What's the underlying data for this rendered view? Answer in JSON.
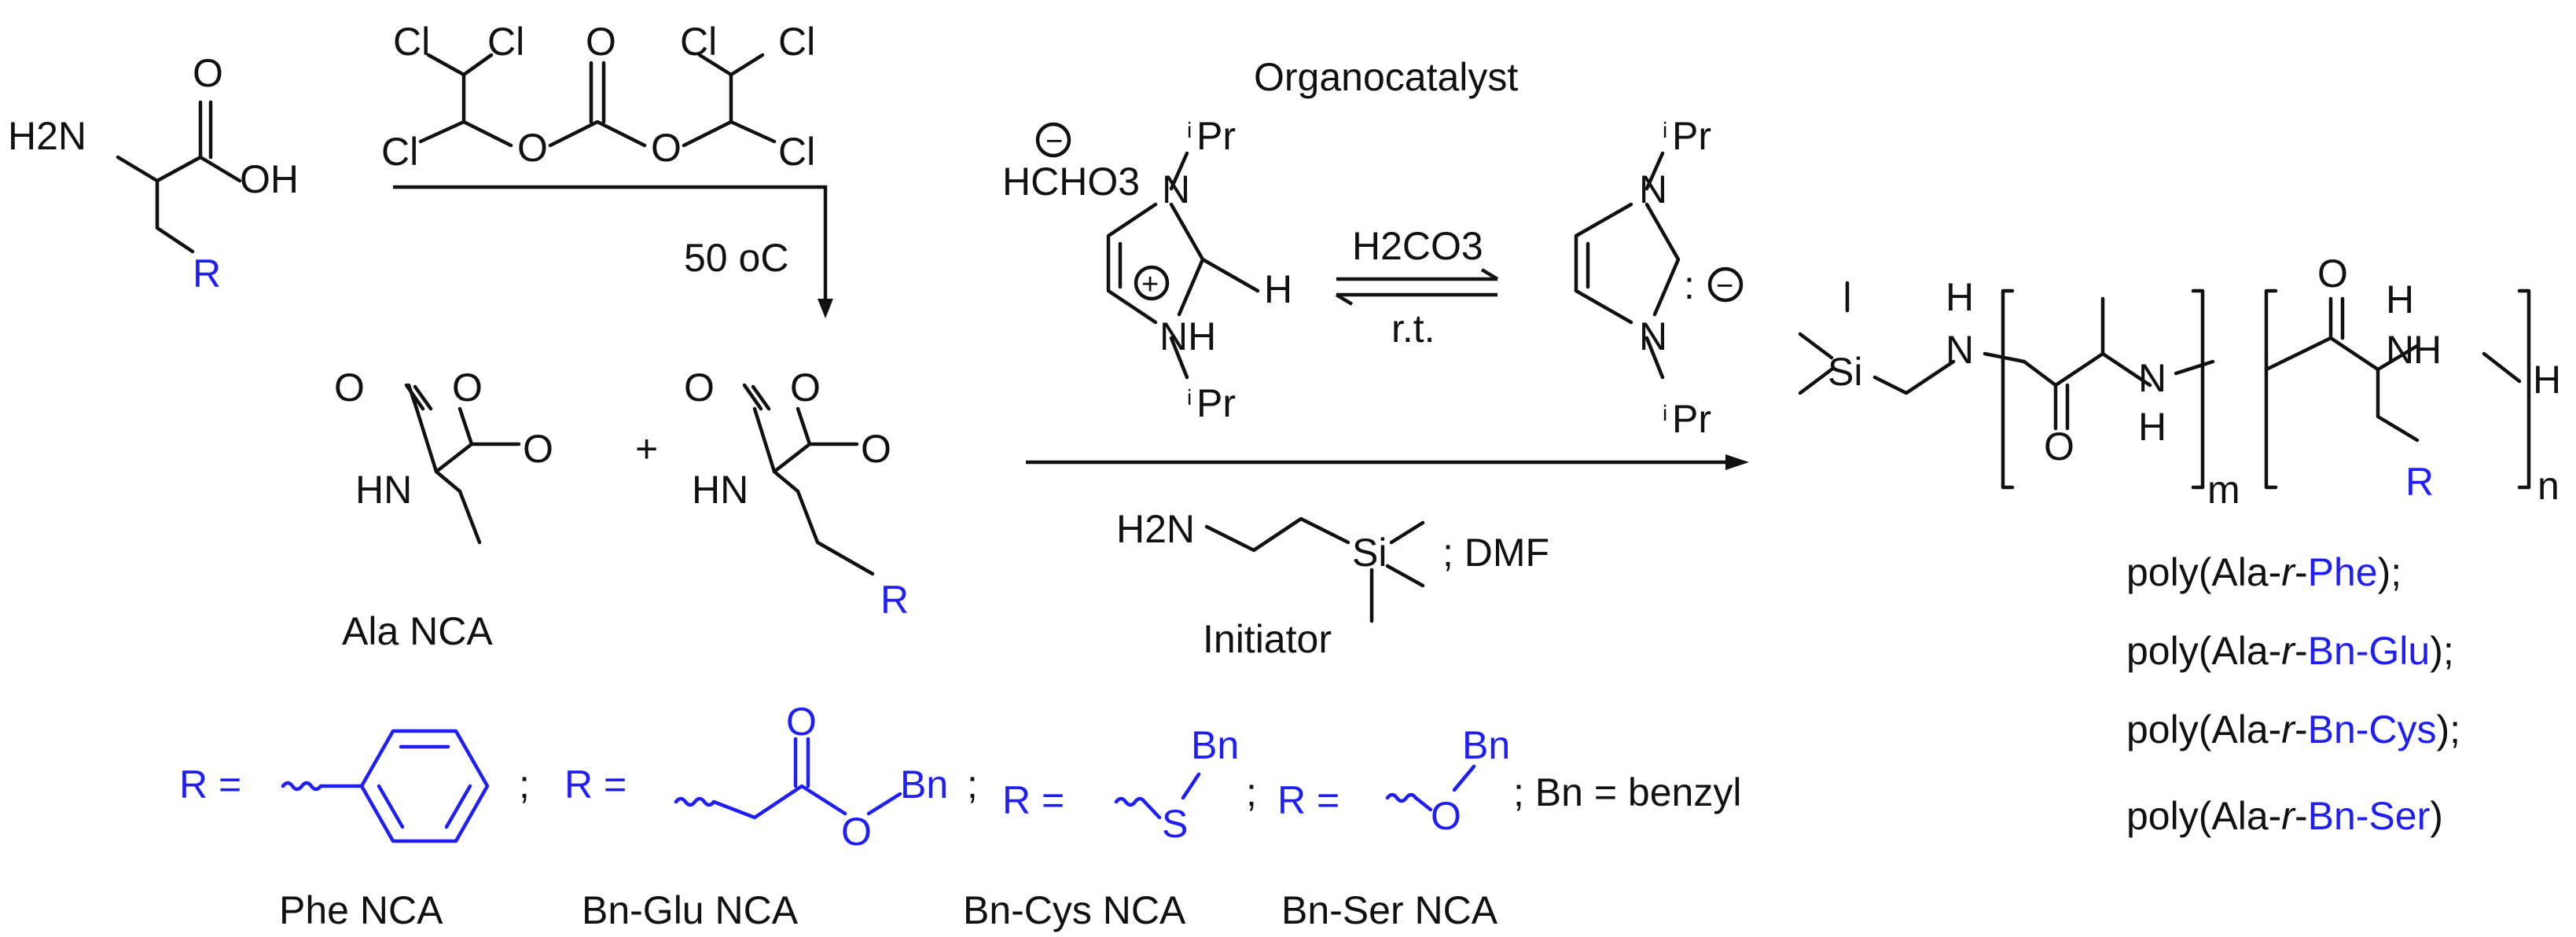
{
  "atoms": {
    "O": "O",
    "OH": "OH",
    "H2N": "H2N",
    "R": "R",
    "Cl": "Cl",
    "HN": "HN",
    "NH": "NH",
    "N": "N",
    "H": "H",
    "Si": "Si",
    "S": "S",
    "iPr": "Pr",
    "i": "i",
    "HCHO3": "HCHO3",
    "plus_circle": "+",
    "minus_circle": "−",
    "colon": ":",
    "m": "m",
    "n": "n"
  },
  "reagents": {
    "temperature": "50 oC",
    "organocatalyst": "Organocatalyst",
    "acid": "H2CO3",
    "rt": "r.t.",
    "dmf": "; DMF",
    "initiator": "Initiator",
    "plus": "+"
  },
  "monomers": {
    "ala_nca": "Ala NCA",
    "phe_nca": "Phe NCA",
    "bnglu_nca": "Bn-Glu NCA",
    "bncys_nca": "Bn-Cys NCA",
    "bnser_nca": "Bn-Ser NCA"
  },
  "r_groups": {
    "r_eq": "R =",
    "sep": ";",
    "bn_label": "Bn",
    "bn_def": "; Bn = benzyl"
  },
  "products": [
    {
      "prefix": "poly(Ala-",
      "r": "r",
      "dash": "-",
      "unit": "Phe",
      "suffix": ");"
    },
    {
      "prefix": "poly(Ala-",
      "r": "r",
      "dash": "-",
      "unit": "Bn-Glu",
      "suffix": ");"
    },
    {
      "prefix": "poly(Ala-",
      "r": "r",
      "dash": "-",
      "unit": "Bn-Cys",
      "suffix": ");"
    },
    {
      "prefix": "poly(Ala-",
      "r": "r",
      "dash": "-",
      "unit": "Bn-Ser",
      "suffix": ")"
    }
  ],
  "colors": {
    "black": "#111111",
    "blue": "#1f1ff5"
  }
}
